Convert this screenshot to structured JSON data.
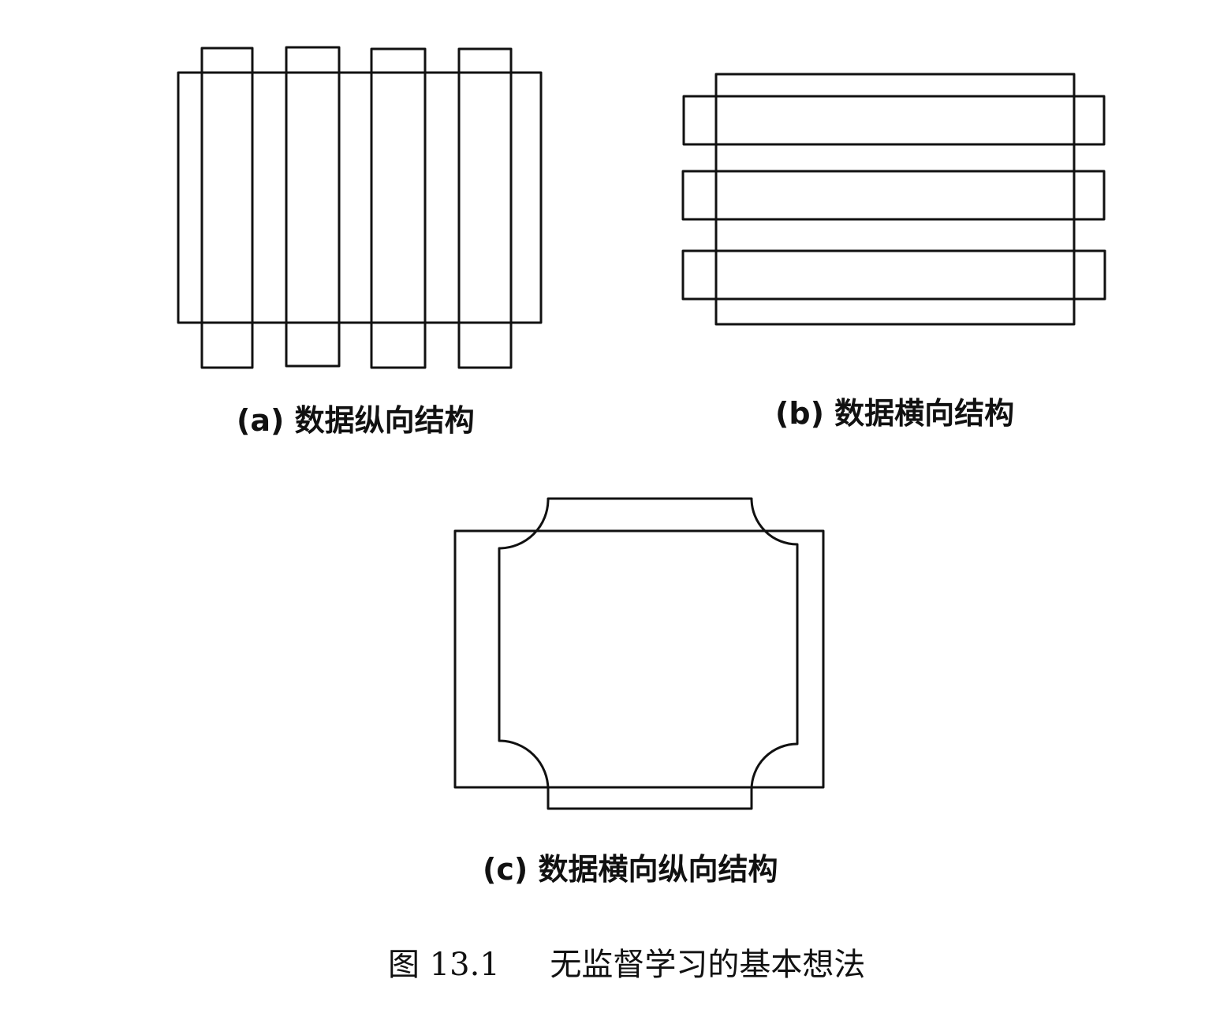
{
  "panels": {
    "a": {
      "caption": "(a) 数据纵向结构"
    },
    "b": {
      "caption": "(b) 数据横向结构"
    },
    "c": {
      "caption": "(c) 数据横向纵向结构"
    }
  },
  "figure": {
    "caption": "图 13.1     无监督学习的基本想法"
  },
  "colors": {
    "stroke": "#111111",
    "background": "#ffffff"
  }
}
